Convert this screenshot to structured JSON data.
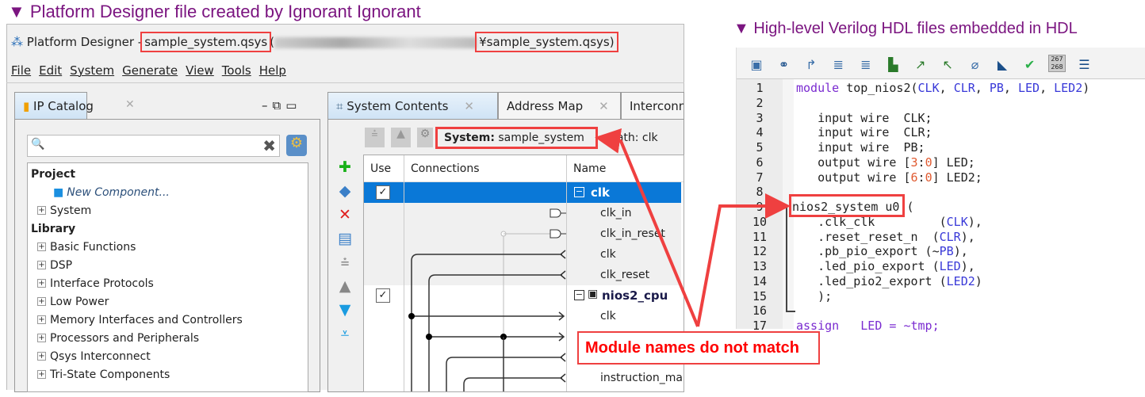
{
  "left_heading": "▼ Platform Designer file created by Ignorant Ignorant",
  "right_heading": "High-level Verilog HDL files embedded in HDL",
  "right_heading_marker": "▼",
  "window": {
    "app": "Platform Designer -",
    "file": "sample_system.qsys",
    "path_open": "(",
    "path_end": "¥sample_system.qsys)"
  },
  "menu": [
    "File",
    "Edit",
    "System",
    "Generate",
    "View",
    "Tools",
    "Help"
  ],
  "ip_catalog": {
    "tab": "IP Catalog",
    "search_placeholder": "",
    "project_label": "Project",
    "new_component": "New Component...",
    "system": "System",
    "library_label": "Library",
    "library": [
      "Basic Functions",
      "DSP",
      "Interface Protocols",
      "Low Power",
      "Memory Interfaces and Controllers",
      "Processors and Peripherals",
      "Qsys Interconnect",
      "Tri-State Components"
    ]
  },
  "tabs": [
    "System Contents",
    "Address Map",
    "Interconn"
  ],
  "system_label": "System:",
  "system_name": "sample_system",
  "path_label": "Path: clk",
  "columns": {
    "use": "Use",
    "connections": "Connections",
    "name": "Name"
  },
  "rows": [
    {
      "name": "clk",
      "type": "module",
      "use": true,
      "selected": true
    },
    {
      "name": "clk_in"
    },
    {
      "name": "clk_in_reset"
    },
    {
      "name": "clk"
    },
    {
      "name": "clk_reset"
    },
    {
      "name": "nios2_cpu",
      "type": "module",
      "use": true
    },
    {
      "name": "clk"
    },
    {
      "name": ""
    },
    {
      "name": ""
    },
    {
      "name": "instruction_ma"
    }
  ],
  "callout": "Module names do not match",
  "editor": {
    "line_counter": "267\n268",
    "lines": [
      [
        {
          "t": "module ",
          "c": "kw"
        },
        {
          "t": "top_nios2(",
          "c": ""
        },
        {
          "t": "CLK",
          "c": "port"
        },
        {
          "t": ", ",
          "c": ""
        },
        {
          "t": "CLR",
          "c": "port"
        },
        {
          "t": ", ",
          "c": ""
        },
        {
          "t": "PB",
          "c": "port"
        },
        {
          "t": ", ",
          "c": ""
        },
        {
          "t": "LED",
          "c": "port"
        },
        {
          "t": ", ",
          "c": ""
        },
        {
          "t": "LED2",
          "c": "port"
        },
        {
          "t": ")",
          "c": ""
        }
      ],
      [],
      [
        {
          "t": "   input wire  CLK;",
          "c": ""
        }
      ],
      [
        {
          "t": "   input wire  CLR;",
          "c": ""
        }
      ],
      [
        {
          "t": "   input wire  PB;",
          "c": ""
        }
      ],
      [
        {
          "t": "   output wire [",
          "c": ""
        },
        {
          "t": "3",
          "c": "num"
        },
        {
          "t": ":",
          "c": ""
        },
        {
          "t": "0",
          "c": "num"
        },
        {
          "t": "] LED;",
          "c": ""
        }
      ],
      [
        {
          "t": "   output wire [",
          "c": ""
        },
        {
          "t": "6",
          "c": "num"
        },
        {
          "t": ":",
          "c": ""
        },
        {
          "t": "0",
          "c": "num"
        },
        {
          "t": "] LED2;",
          "c": ""
        }
      ],
      [],
      [
        {
          "t": "nios2_system u0 (",
          "c": ""
        }
      ],
      [
        {
          "t": "   .clk_clk         (",
          "c": ""
        },
        {
          "t": "CLK",
          "c": "port"
        },
        {
          "t": "),",
          "c": ""
        }
      ],
      [
        {
          "t": "   .reset_reset_n  (",
          "c": ""
        },
        {
          "t": "CLR",
          "c": "port"
        },
        {
          "t": "),",
          "c": ""
        }
      ],
      [
        {
          "t": "   .pb_pio_export (~",
          "c": ""
        },
        {
          "t": "PB",
          "c": "port"
        },
        {
          "t": "),",
          "c": ""
        }
      ],
      [
        {
          "t": "   .led_pio_export (",
          "c": ""
        },
        {
          "t": "LED",
          "c": "port"
        },
        {
          "t": "),",
          "c": ""
        }
      ],
      [
        {
          "t": "   .led_pio2_export (",
          "c": ""
        },
        {
          "t": "LED2",
          "c": "port"
        },
        {
          "t": ")",
          "c": ""
        }
      ],
      [
        {
          "t": "   );",
          "c": ""
        }
      ],
      [],
      [
        {
          "t": "assign   LED = ~tmp;",
          "c": "kw"
        }
      ]
    ]
  },
  "colors": {
    "heading": "#7b1580",
    "highlight": "#ef4040",
    "selection": "#0a78d7"
  }
}
